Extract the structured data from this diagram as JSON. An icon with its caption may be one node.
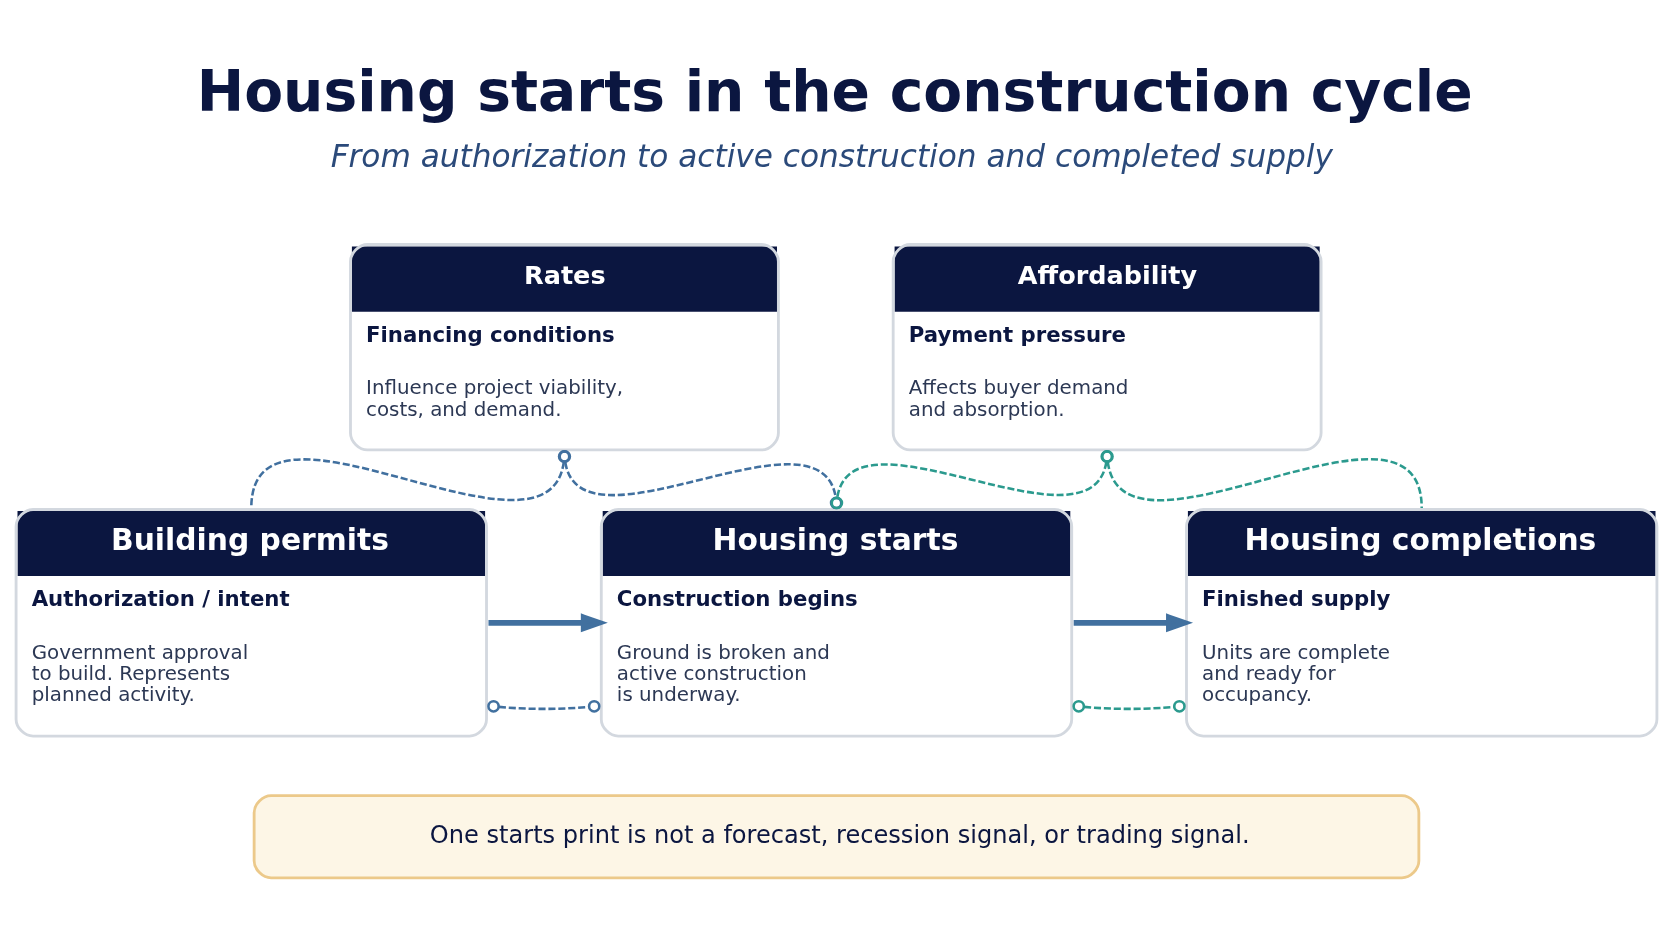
{
  "diagram": {
    "title": "Housing starts in the construction cycle",
    "nodes": [
      {
        "text": [
          "Rates",
          "Financing conditions",
          "Influence project viability, costs, and demand."
        ]
      },
      {
        "text": [
          "Affordability",
          "Payment pressure",
          "Affects buyer demand and absorption."
        ]
      },
      {
        "text": [
          "Building permits",
          "Authorization / intent",
          "Government approval to build. Represents planned activity."
        ]
      },
      {
        "text": [
          "Housing starts",
          "Construction begins",
          "Ground is broken and active construction is underway."
        ]
      },
      {
        "text": [
          "Housing completions",
          "Finished supply",
          "Units are complete and ready for occupancy."
        ]
      },
      {
        "text": [
          "One starts print is not a forecast, recession signal, or trading signal."
        ]
      }
    ],
    "edges": [
      {
        "from": 0,
        "to": 2,
        "arrow": "other",
        "style": "dashed"
      },
      {
        "from": 0,
        "to": 3,
        "arrow": "other",
        "style": "dashed"
      },
      {
        "from": 1,
        "to": 3,
        "arrow": "other",
        "style": "dashed",
        "color": "#2b9a8e"
      },
      {
        "from": 1,
        "to": 4,
        "arrow": "other",
        "style": "dashed",
        "color": "#2b9a8e"
      },
      {
        "from": 2,
        "to": 3,
        "arrow": "other",
        "style": "dashed"
      },
      {
        "from": 3,
        "to": 4,
        "arrow": "other",
        "style": "dashed",
        "color": "#2b9a8e"
      },
      {
        "from": 2,
        "to": 3,
        "arrow": "to",
        "style": "thick"
      },
      {
        "from": 3,
        "to": 4,
        "arrow": "to",
        "style": "thick"
      }
    ],
    "labels": [
      "From authorization to active construction and completed supply"
    ]
  }
}
